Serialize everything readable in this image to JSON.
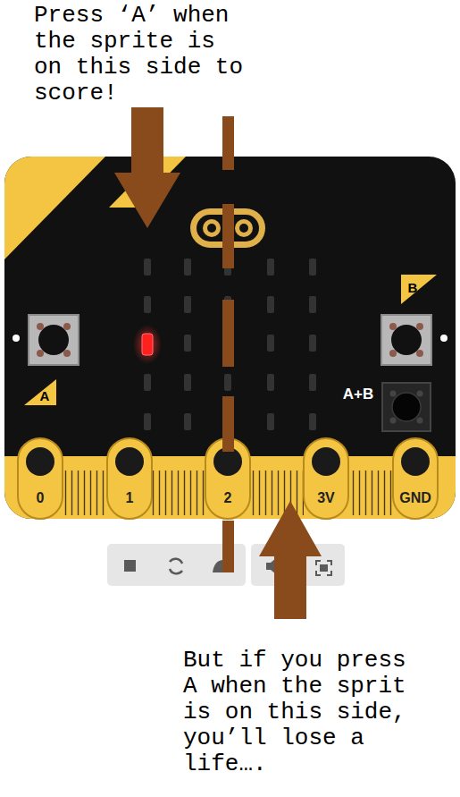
{
  "diagram": {
    "labels": [
      "Press ‘A’ when the sprite is on this side to score!",
      "B",
      "A",
      "A+B",
      "0",
      "1",
      "2",
      "3V",
      "GND",
      "But if you press A when the sprit is on this side, you’ll lose a life…."
    ]
  }
}
